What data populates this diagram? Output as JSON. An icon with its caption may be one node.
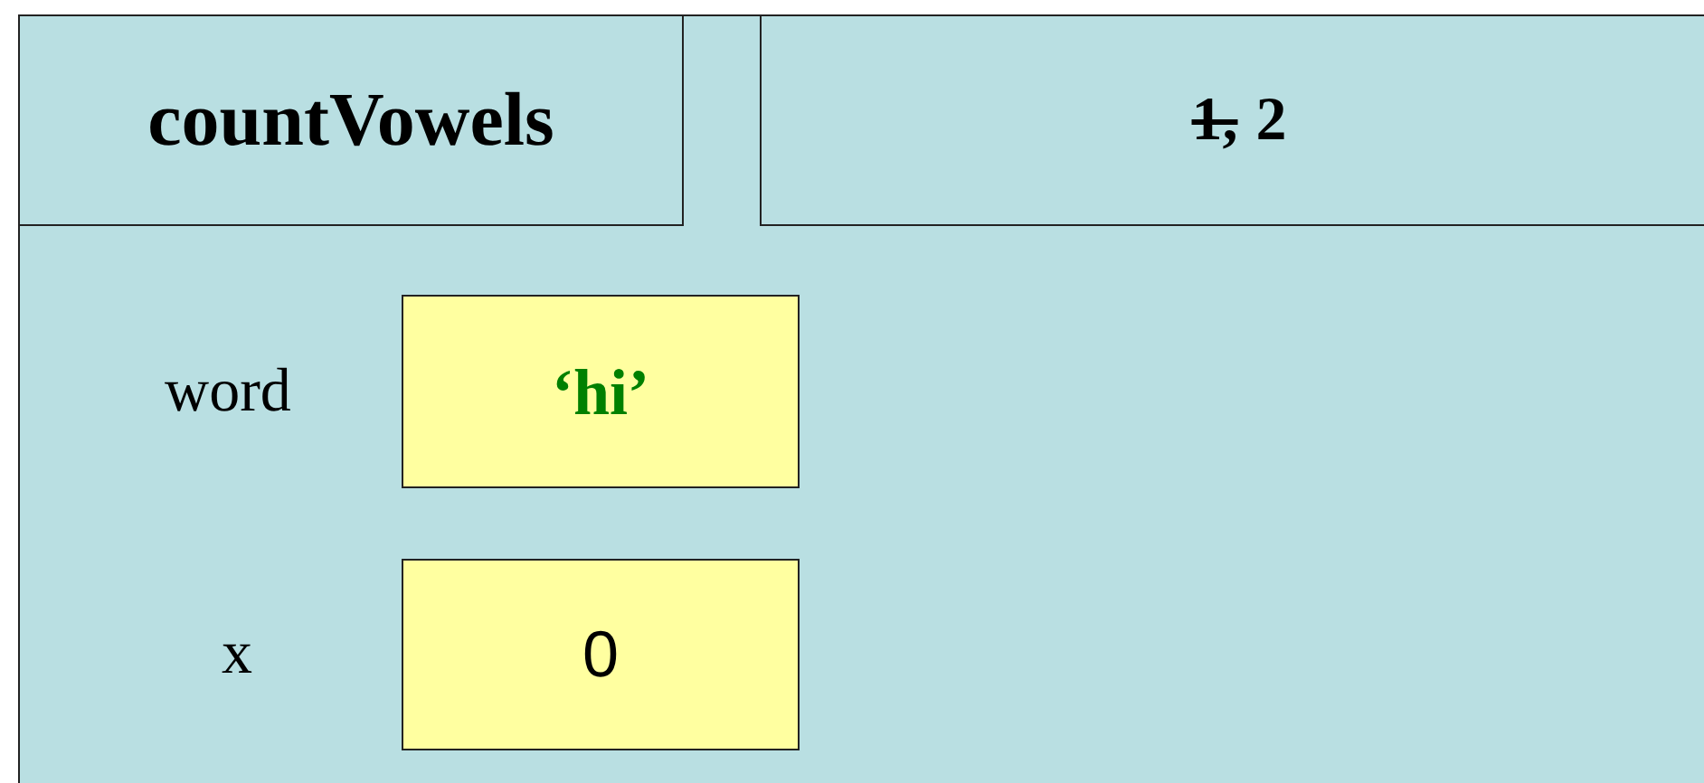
{
  "diagram": {
    "nodes": [
      {
        "text": [],
        "shape": "box"
      },
      {
        "text": [
          "countVowels"
        ],
        "in": 0
      },
      {
        "text": [
          "1,",
          "2"
        ],
        "in": 0
      },
      {
        "text": [
          "‘hi’"
        ],
        "in": 0,
        "beside": [
          "word"
        ]
      },
      {
        "text": [
          "0"
        ],
        "in": 0,
        "beside": [
          "x"
        ]
      }
    ]
  }
}
